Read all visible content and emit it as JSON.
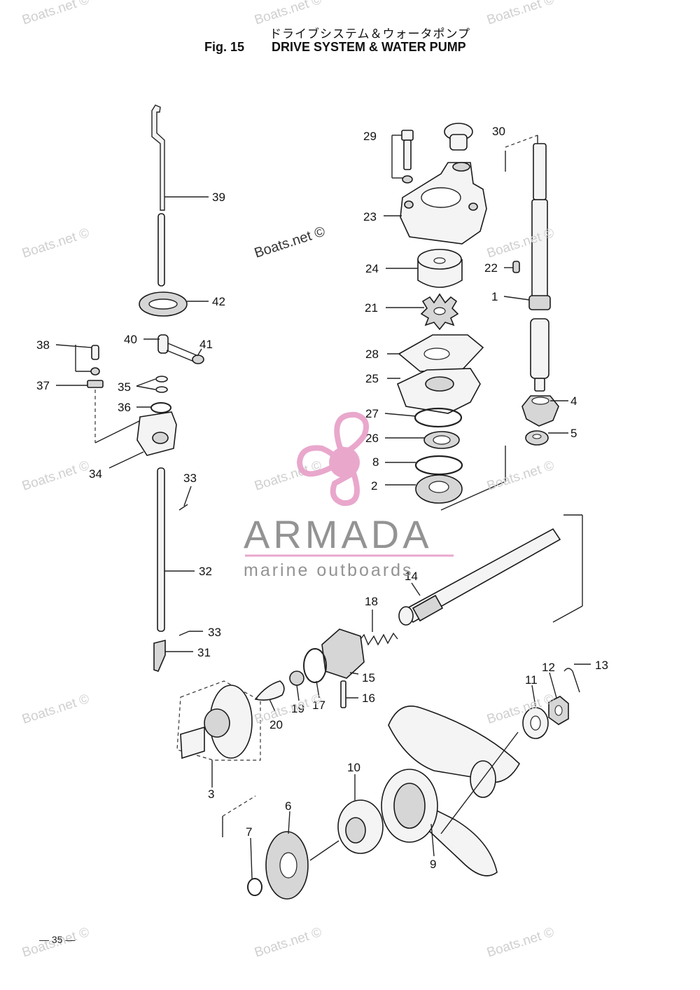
{
  "header": {
    "title_jp": "ドライブシステム＆ウォータポンプ",
    "fig_label": "Fig. 15",
    "title_en": "DRIVE SYSTEM & WATER PUMP"
  },
  "page_number": "— 35 —",
  "watermarks": {
    "text": "Boats.net ©",
    "brand_name": "ARMADA",
    "brand_tagline": "marine outboards",
    "brand_color": "#e8a0c8",
    "brand_text_color": "#8a8a8a"
  },
  "callouts": [
    {
      "id": "c1",
      "label": "1"
    },
    {
      "id": "c2",
      "label": "2"
    },
    {
      "id": "c3",
      "label": "3"
    },
    {
      "id": "c4",
      "label": "4"
    },
    {
      "id": "c5",
      "label": "5"
    },
    {
      "id": "c6",
      "label": "6"
    },
    {
      "id": "c7",
      "label": "7"
    },
    {
      "id": "c8",
      "label": "8"
    },
    {
      "id": "c9",
      "label": "9"
    },
    {
      "id": "c10",
      "label": "10"
    },
    {
      "id": "c11",
      "label": "11"
    },
    {
      "id": "c12",
      "label": "12"
    },
    {
      "id": "c13",
      "label": "13"
    },
    {
      "id": "c14",
      "label": "14"
    },
    {
      "id": "c15",
      "label": "15"
    },
    {
      "id": "c16",
      "label": "16"
    },
    {
      "id": "c17",
      "label": "17"
    },
    {
      "id": "c18",
      "label": "18"
    },
    {
      "id": "c19",
      "label": "19"
    },
    {
      "id": "c20",
      "label": "20"
    },
    {
      "id": "c21",
      "label": "21"
    },
    {
      "id": "c22",
      "label": "22"
    },
    {
      "id": "c23",
      "label": "23"
    },
    {
      "id": "c24",
      "label": "24"
    },
    {
      "id": "c25",
      "label": "25"
    },
    {
      "id": "c26",
      "label": "26"
    },
    {
      "id": "c27",
      "label": "27"
    },
    {
      "id": "c28",
      "label": "28"
    },
    {
      "id": "c29",
      "label": "29"
    },
    {
      "id": "c30",
      "label": "30"
    },
    {
      "id": "c31",
      "label": "31"
    },
    {
      "id": "c32",
      "label": "32"
    },
    {
      "id": "c33a",
      "label": "33"
    },
    {
      "id": "c33b",
      "label": "33"
    },
    {
      "id": "c34",
      "label": "34"
    },
    {
      "id": "c35",
      "label": "35"
    },
    {
      "id": "c36",
      "label": "36"
    },
    {
      "id": "c37",
      "label": "37"
    },
    {
      "id": "c38",
      "label": "38"
    },
    {
      "id": "c39",
      "label": "39"
    },
    {
      "id": "c40",
      "label": "40"
    },
    {
      "id": "c41",
      "label": "41"
    },
    {
      "id": "c42",
      "label": "42"
    }
  ]
}
